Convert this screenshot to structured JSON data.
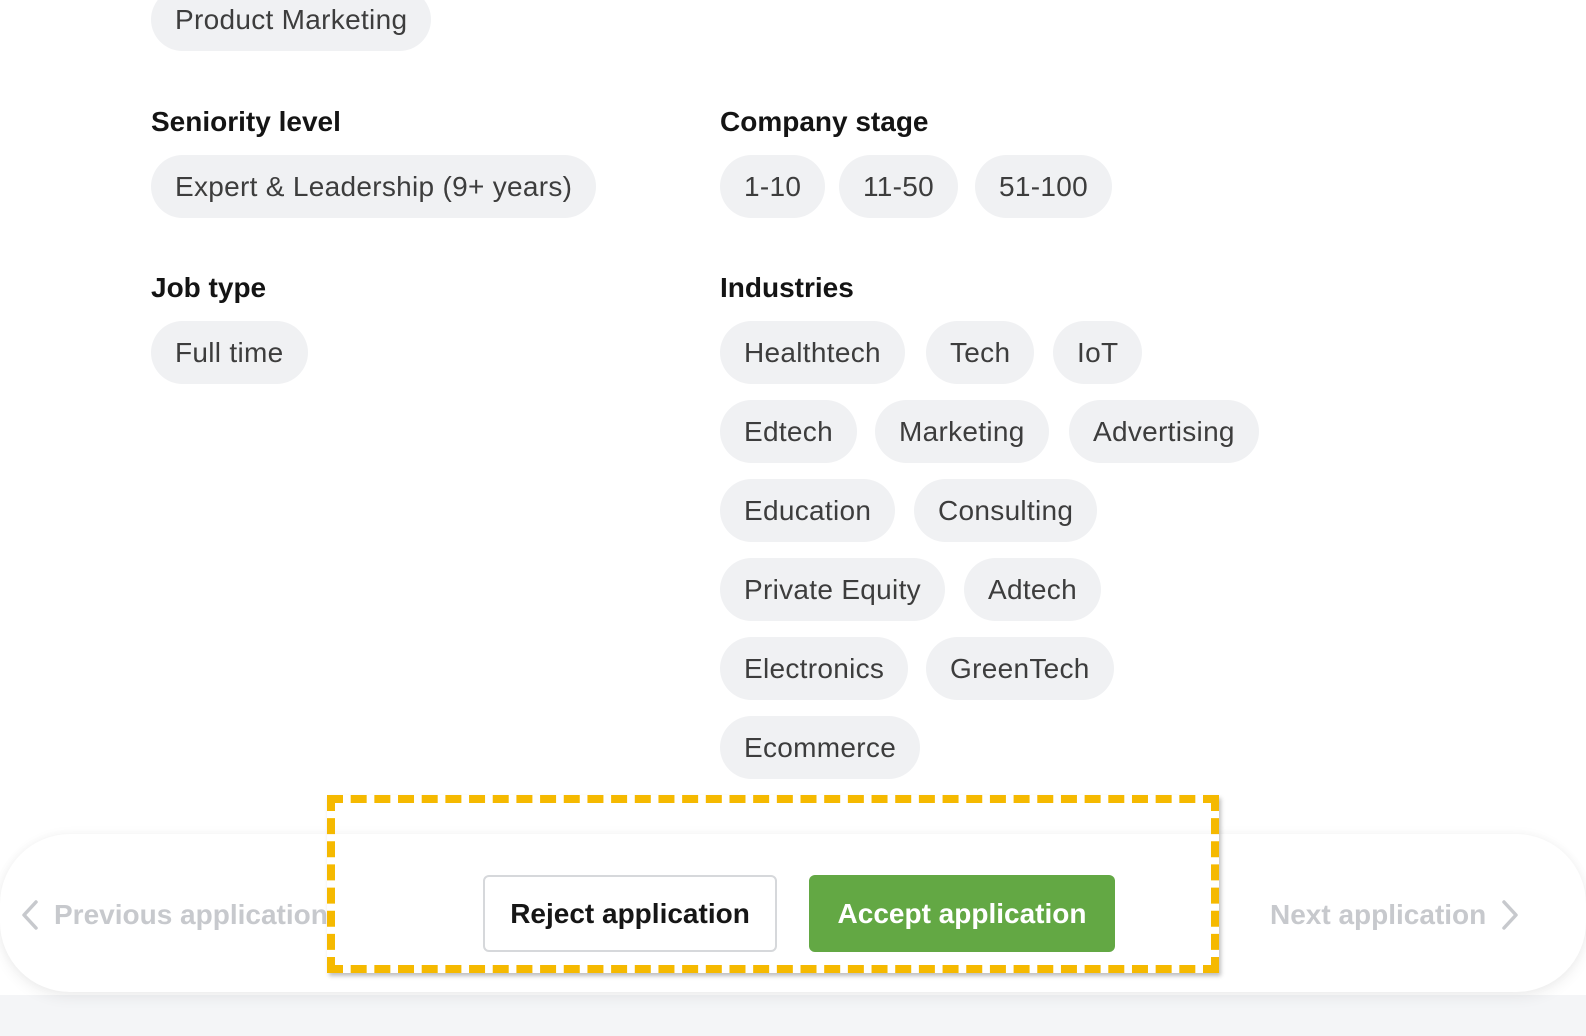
{
  "skills": {
    "items": [
      "Product Marketing"
    ]
  },
  "seniority": {
    "title": "Seniority level",
    "items": [
      "Expert & Leadership (9+ years)"
    ]
  },
  "company_stage": {
    "title": "Company stage",
    "items": [
      "1-10",
      "11-50",
      "51-100"
    ]
  },
  "job_type": {
    "title": "Job type",
    "items": [
      "Full time"
    ]
  },
  "industries": {
    "title": "Industries",
    "items": [
      "Healthtech",
      "Tech",
      "IoT",
      "Edtech",
      "Marketing",
      "Advertising",
      "Education",
      "Consulting",
      "Private Equity",
      "Adtech",
      "Electronics",
      "GreenTech",
      "Ecommerce"
    ]
  },
  "actions": {
    "previous_label": "Previous application",
    "next_label": "Next application",
    "reject_label": "Reject application",
    "accept_label": "Accept application"
  },
  "colors": {
    "accept_green": "#63a844",
    "highlight_yellow": "#f5b900",
    "pill_bg": "#f0f1f3",
    "disabled_nav": "#c7c9cd"
  },
  "icons": {
    "previous": "chevron-left-icon",
    "next": "chevron-right-icon"
  }
}
